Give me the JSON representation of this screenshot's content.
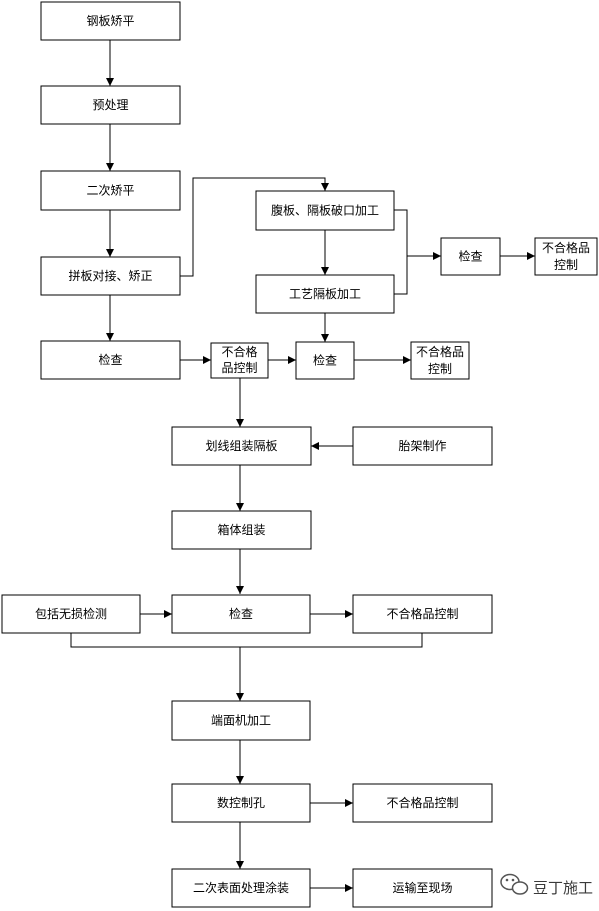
{
  "nodes": {
    "steel_leveling": "钢板矫平",
    "pretreatment": "预处理",
    "secondary_leveling": "二次矫平",
    "splice_weld_correct": "拼板对接、矫正",
    "inspect_1": "检查",
    "reject_ctrl_1": [
      "不合格",
      "品控制"
    ],
    "web_bevel": "腹板、隔板破口加工",
    "process_diaphragm": "工艺隔板加工",
    "inspect_2": "检查",
    "reject_ctrl_2": [
      "不合格品",
      "控制"
    ],
    "inspect_3": "检查",
    "reject_ctrl_3": [
      "不合格品",
      "控制"
    ],
    "mark_assemble": "划线组装隔板",
    "jig_make": "胎架制作",
    "box_assembly": "箱体组装",
    "ndt": "包括无损检测",
    "inspect_4": "检查",
    "reject_ctrl_4": "不合格品控制",
    "end_machining": "端面机加工",
    "nc_drilling": "数控制孔",
    "reject_ctrl_5": "不合格品控制",
    "secondary_coating": "二次表面处理涂装",
    "transport": "运输至现场"
  },
  "watermark": {
    "icon": "wechat-icon",
    "text": "豆丁施工"
  }
}
